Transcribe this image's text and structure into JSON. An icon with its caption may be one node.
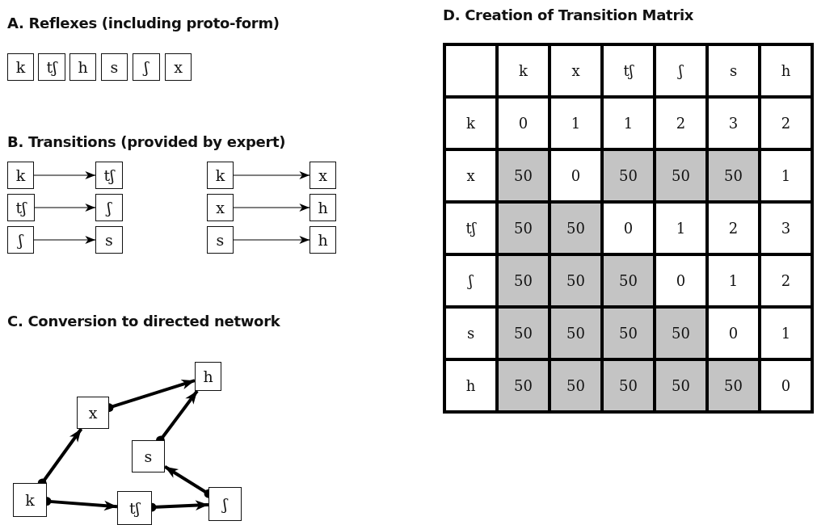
{
  "diagram": {
    "nodes": [
      {
        "text": [
          "k"
        ]
      },
      {
        "text": [
          "tʃ"
        ]
      },
      {
        "text": [
          "h"
        ]
      },
      {
        "text": [
          "s"
        ]
      },
      {
        "text": [
          "ʃ"
        ]
      },
      {
        "text": [
          "x"
        ]
      },
      {
        "text": [
          "k"
        ]
      },
      {
        "text": [
          "tʃ"
        ]
      },
      {
        "text": [
          "k"
        ]
      },
      {
        "text": [
          "x"
        ]
      },
      {
        "text": [
          "tʃ"
        ]
      },
      {
        "text": [
          "ʃ"
        ]
      },
      {
        "text": [
          "x"
        ]
      },
      {
        "text": [
          "h"
        ]
      },
      {
        "text": [
          "ʃ"
        ]
      },
      {
        "text": [
          "s"
        ]
      },
      {
        "text": [
          "s"
        ]
      },
      {
        "text": [
          "h"
        ]
      },
      {
        "text": [
          "h"
        ]
      },
      {
        "text": [
          "x"
        ]
      },
      {
        "text": [
          "s"
        ]
      },
      {
        "text": [
          "k"
        ]
      },
      {
        "text": [
          "tʃ"
        ]
      },
      {
        "text": [
          "ʃ"
        ]
      }
    ],
    "edges": [
      {
        "from": 6,
        "to": 7,
        "arrow": "to"
      },
      {
        "from": 8,
        "to": 9,
        "arrow": "to"
      },
      {
        "from": 10,
        "to": 11,
        "arrow": "to"
      },
      {
        "from": 12,
        "to": 13,
        "arrow": "to"
      },
      {
        "from": 14,
        "to": 15,
        "arrow": "to"
      },
      {
        "from": 16,
        "to": 17,
        "arrow": "to"
      },
      {
        "from": 21,
        "to": 19,
        "arrow": "to",
        "style": "thick"
      },
      {
        "from": 19,
        "to": 18,
        "arrow": "to",
        "style": "thick"
      },
      {
        "from": 21,
        "to": 22,
        "arrow": "to",
        "style": "thick"
      },
      {
        "from": 22,
        "to": 23,
        "arrow": "to",
        "style": "thick"
      },
      {
        "from": 23,
        "to": 20,
        "arrow": "to",
        "style": "thick"
      },
      {
        "from": 20,
        "to": 18,
        "arrow": "to",
        "style": "thick"
      }
    ],
    "labels": [
      "A. Reflexes (including proto-form)",
      "B. Transitions (provided by expert)",
      "C. Conversion to directed network",
      "D. Creation of Transition Matrix",
      "k",
      "x",
      "tʃ",
      "ʃ",
      "s",
      "h",
      "k",
      "0",
      "1",
      "1",
      "2",
      "3",
      "2",
      "x",
      "50",
      "0",
      "50",
      "50",
      "50",
      "1",
      "tʃ",
      "50",
      "50",
      "0",
      "1",
      "2",
      "3",
      "ʃ",
      "50",
      "50",
      "50",
      "0",
      "1",
      "2",
      "s",
      "50",
      "50",
      "50",
      "50",
      "0",
      "1",
      "h",
      "50",
      "50",
      "50",
      "50",
      "50",
      "0"
    ]
  }
}
